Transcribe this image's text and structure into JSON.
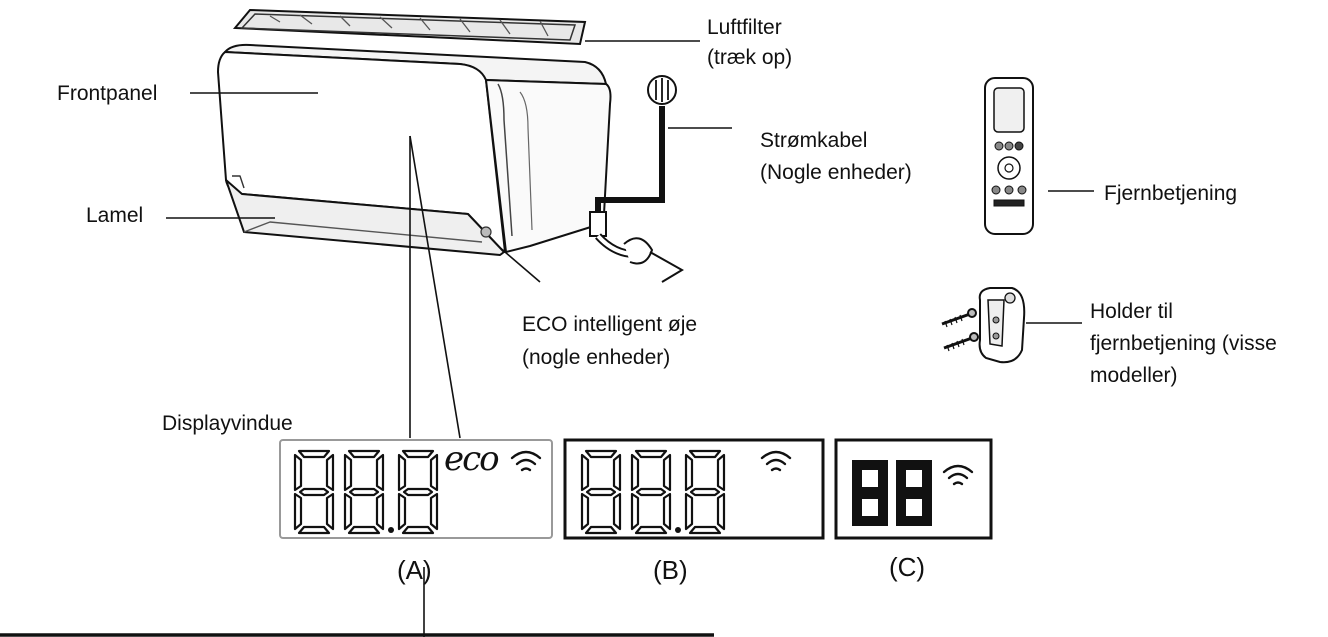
{
  "labels": {
    "luftfilter_line1": "Luftfilter",
    "luftfilter_line2": "(træk op)",
    "frontpanel": "Frontpanel",
    "stromkabel_line1": "Strømkabel",
    "stromkabel_line2": "(Nogle enheder)",
    "fjernbetjening": "Fjernbetjening",
    "lamel": "Lamel",
    "eco_line1": "ECO intelligent øje",
    "eco_line2": "(nogle enheder)",
    "holder_line1": "Holder til",
    "holder_line2": "fjernbetjening (visse",
    "holder_line3": "modeller)",
    "displayvindue": "Displayvindue"
  },
  "displays": {
    "a": {
      "caption": "(A)",
      "digits": "88.8",
      "eco_text": "eco"
    },
    "b": {
      "caption": "(B)",
      "digits": "88.8"
    },
    "c": {
      "caption": "(C)",
      "digits": "88"
    }
  },
  "icons": [
    "wifi-icon",
    "remote-control-icon",
    "remote-holder-icon",
    "plug-icon",
    "screw-icon"
  ],
  "colors": {
    "ink": "#111111",
    "display_a_border": "#999999",
    "display_border": "#111111"
  }
}
